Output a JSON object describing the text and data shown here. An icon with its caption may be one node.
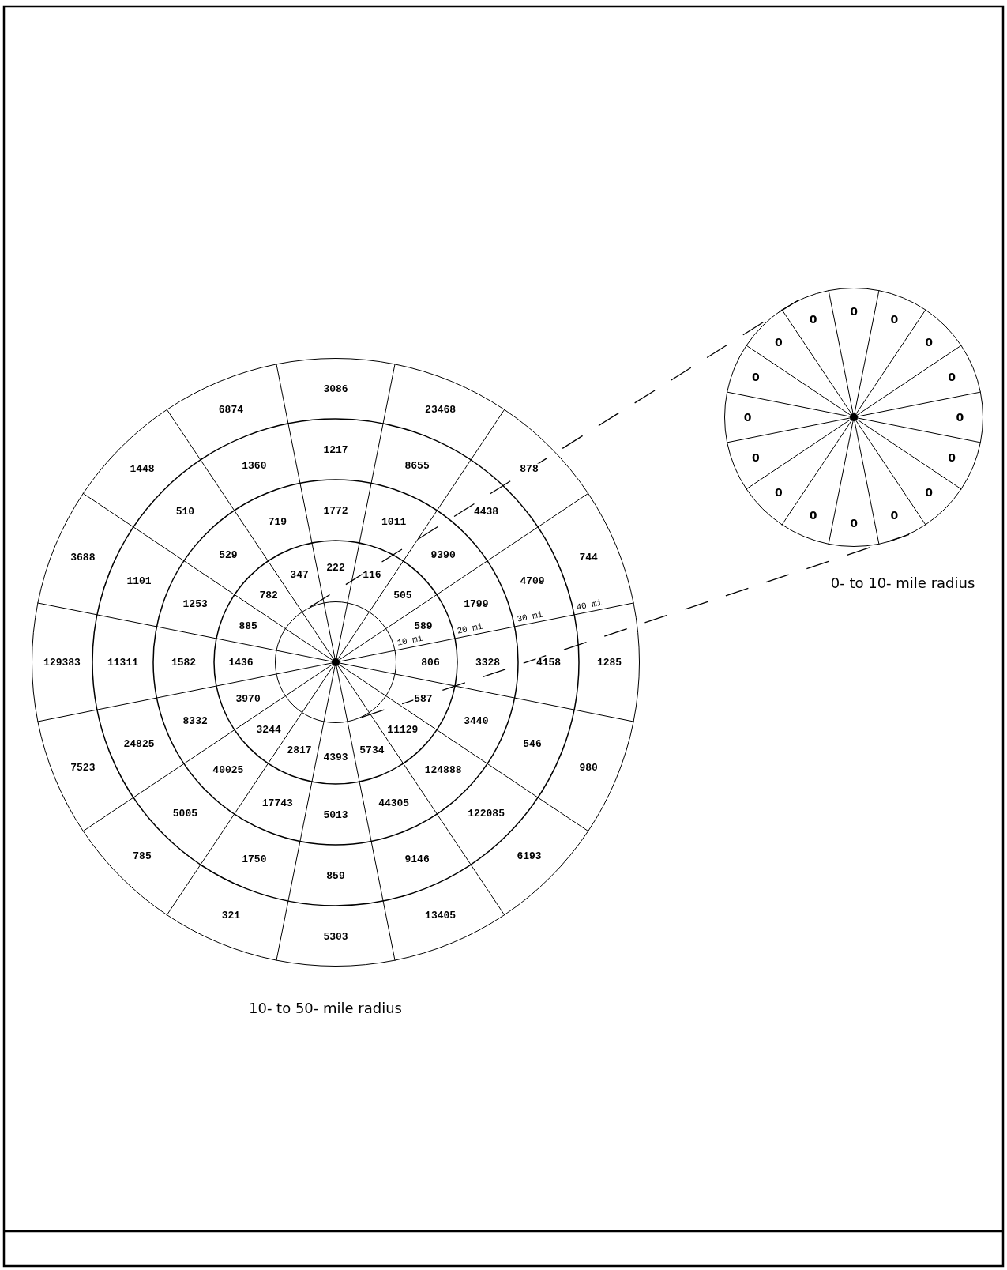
{
  "diagram": {
    "nodes": [
      {
        "text": [],
        "shape": "circle",
        "beside": [
          "10- to 50- mile radius"
        ]
      },
      {
        "text": [],
        "shape": "circle",
        "in": 0
      },
      {
        "text": [],
        "shape": "circle",
        "beside": [
          "0- to 10- mile radius"
        ]
      }
    ],
    "edges": [
      {
        "from": 1,
        "to": 2,
        "arrow": "none",
        "style": "dashed"
      },
      {
        "from": 1,
        "to": 2,
        "arrow": "none",
        "style": "dashed"
      }
    ],
    "labels": [
      "222",
      "116",
      "505",
      "589",
      "806",
      "587",
      "11129",
      "5734",
      "4393",
      "2817",
      "3244",
      "3970",
      "1436",
      "885",
      "782",
      "347",
      "1772",
      "1011",
      "9390",
      "1799",
      "3328",
      "3440",
      "124888",
      "44305",
      "5013",
      "17743",
      "40025",
      "8332",
      "1582",
      "1253",
      "529",
      "719",
      "1217",
      "8655",
      "4438",
      "4709",
      "4158",
      "546",
      "122085",
      "9146",
      "859",
      "1750",
      "5005",
      "24825",
      "11311",
      "1101",
      "510",
      "1360",
      "3086",
      "23468",
      "878",
      "744",
      "1285",
      "980",
      "6193",
      "13405",
      "5303",
      "321",
      "785",
      "7523",
      "129383",
      "3688",
      "1448",
      "6874",
      "10 mi",
      "20 mi",
      "30 mi",
      "40 mi",
      "0",
      "0",
      "0",
      "0",
      "0",
      "0",
      "0",
      "0",
      "0",
      "0",
      "0",
      "0",
      "0",
      "0",
      "0",
      "0"
    ]
  }
}
